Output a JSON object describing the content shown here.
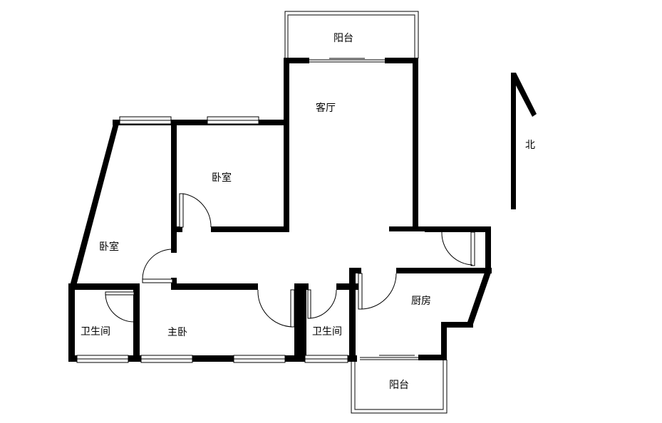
{
  "rooms": {
    "balcony_top": "阳台",
    "living_room": "客厅",
    "bedroom_upper": "卧室",
    "bedroom_left": "卧室",
    "master_bedroom": "主卧",
    "bathroom_left": "卫生间",
    "bathroom_mid": "卫生间",
    "kitchen": "厨房",
    "balcony_bottom": "阳台"
  },
  "compass": {
    "label": "北"
  }
}
